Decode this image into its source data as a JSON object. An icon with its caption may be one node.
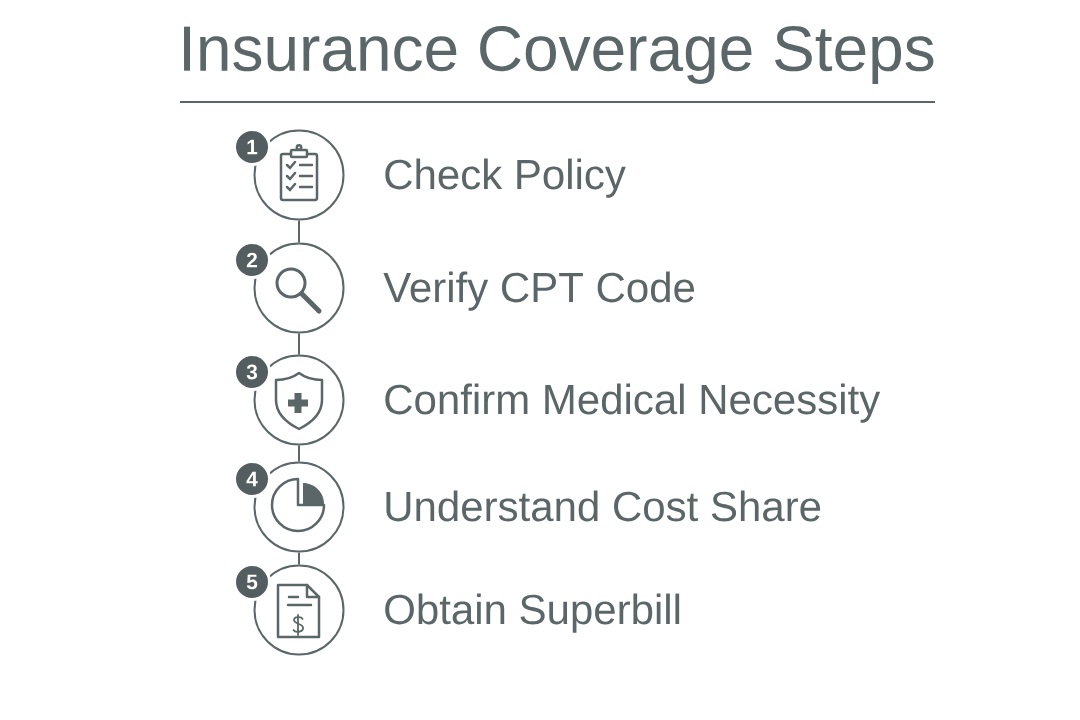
{
  "diagram": {
    "title": "Insurance Coverage Steps",
    "nodes": [
      {
        "text": [
          "1"
        ]
      },
      {
        "text": [],
        "shape": "circle",
        "beside": [
          "Check Policy"
        ]
      },
      {
        "text": [
          "2"
        ]
      },
      {
        "text": [],
        "shape": "circle",
        "beside": [
          "Verify CPT Code"
        ]
      },
      {
        "text": [
          "3"
        ]
      },
      {
        "text": [],
        "shape": "circle",
        "beside": [
          "Confirm Medical Necessity"
        ]
      },
      {
        "text": [
          "4"
        ]
      },
      {
        "text": [],
        "shape": "circle",
        "beside": [
          "Understand Cost Share"
        ]
      },
      {
        "text": [
          "5"
        ]
      },
      {
        "text": [],
        "shape": "circle",
        "beside": [
          "Obtain Superbill"
        ]
      }
    ],
    "edges": [
      {
        "from": 1,
        "to": 3,
        "arrow": "none"
      },
      {
        "from": 3,
        "to": 5,
        "arrow": "none"
      },
      {
        "from": 5,
        "to": 7,
        "arrow": "none"
      },
      {
        "from": 7,
        "to": 9,
        "arrow": "none"
      }
    ]
  }
}
